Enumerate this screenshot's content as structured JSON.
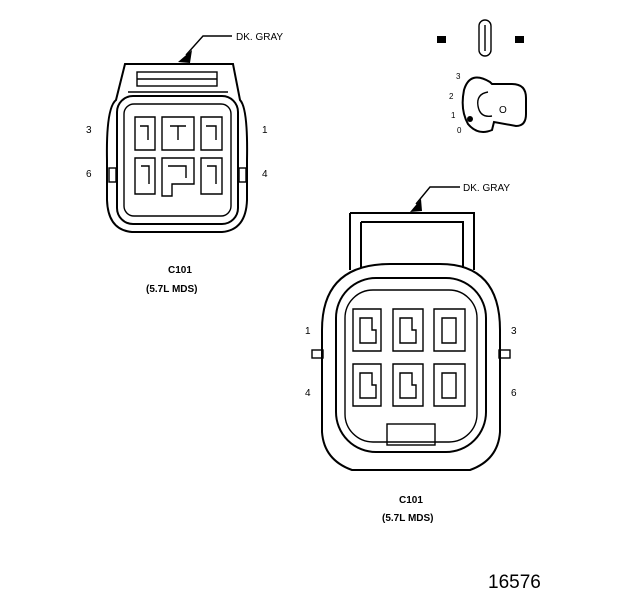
{
  "connector_top": {
    "color_label": "DK. GRAY",
    "name": "C101",
    "variant": "(5.7L MDS)",
    "pin_labels": [
      "3",
      "1",
      "6",
      "4"
    ]
  },
  "key_detail": {
    "position_labels": [
      "3",
      "2",
      "1",
      "0"
    ],
    "key_letter": "O"
  },
  "connector_bottom": {
    "color_label": "DK. GRAY",
    "name": "C101",
    "variant": "(5.7L MDS)",
    "pin_labels": [
      "1",
      "3",
      "4",
      "6"
    ]
  },
  "figure_number": "16576"
}
